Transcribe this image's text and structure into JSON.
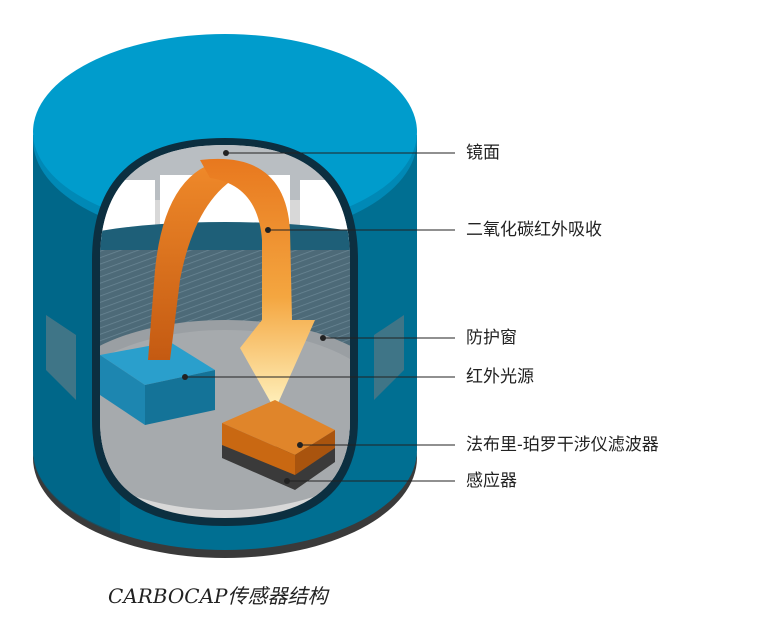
{
  "title": "CARBOCAP传感器结构",
  "labels": {
    "mirror": "镜面",
    "co2_absorption": "二氧化碳红外吸收",
    "protective_window": "防护窗",
    "ir_source": "红外光源",
    "fp_filter": "法布里-珀罗干涉仪滤波器",
    "detector": "感应器"
  },
  "colors": {
    "cylinder_top": "#0096c8",
    "cylinder_side": "#006f92",
    "arrow_orange": "#e8781e",
    "arrow_yellow": "#ffe89a",
    "filter_orange": "#d9781c"
  }
}
